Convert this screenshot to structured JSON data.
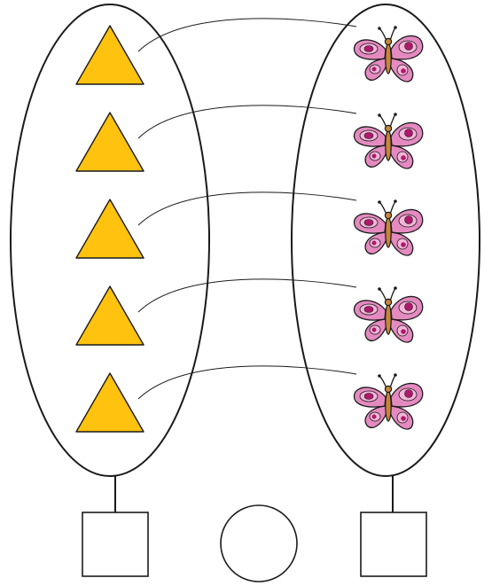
{
  "colors": {
    "triangle_fill": "#FFC20E",
    "triangle_stroke": "#1a1a1a",
    "butterfly_wing_outer": "#E58AC0",
    "butterfly_wing_inner": "#F3B6D8",
    "butterfly_spot": "#B0186C",
    "butterfly_body": "#C8863A",
    "line": "#1a1a1a",
    "background": "#FFFFFF"
  },
  "left_group": {
    "item_icon": "triangle-icon",
    "item_count": 5
  },
  "right_group": {
    "item_icon": "butterfly-icon",
    "item_count": 5
  },
  "pairs": 5,
  "answer_row": {
    "left_box_value": "",
    "middle_circle_value": "",
    "right_box_value": ""
  }
}
